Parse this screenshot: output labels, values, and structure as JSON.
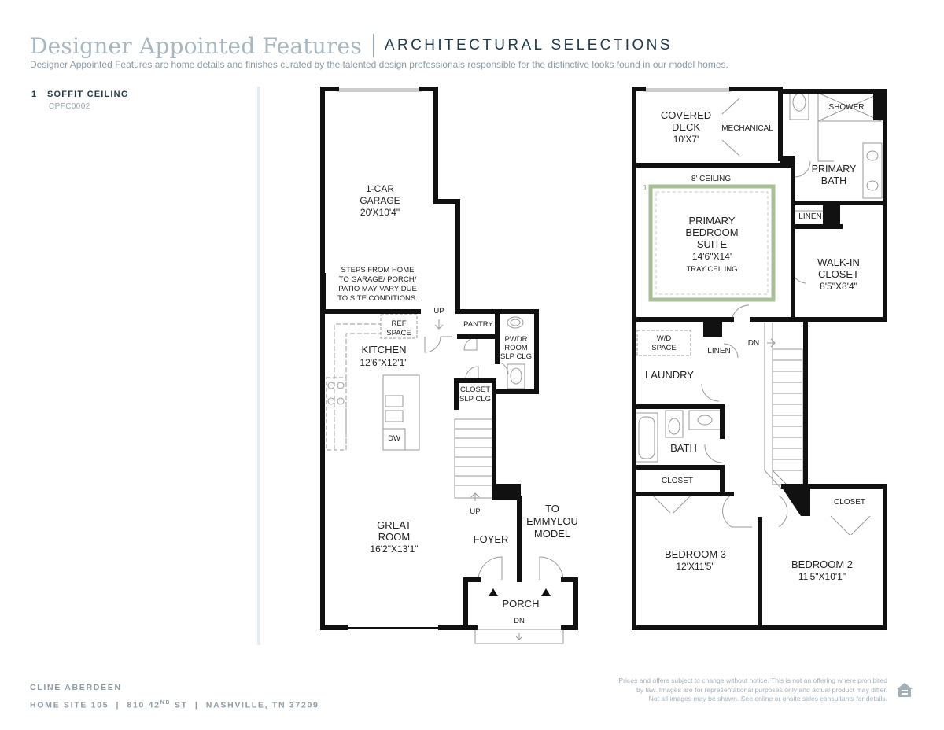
{
  "header": {
    "title": "Designer Appointed Features",
    "subtitle": "ARCHITECTURAL SELECTIONS",
    "description": "Designer Appointed Features are home details and finishes curated by the talented design professionals responsible for the distinctive looks found in our model homes."
  },
  "features": [
    {
      "number": "1",
      "name": "SOFFIT CEILING",
      "code": "CPFC0002"
    }
  ],
  "first_floor": {
    "garage": {
      "name_line1": "1-CAR",
      "name_line2": "GARAGE",
      "size": "20'X10'4\""
    },
    "steps_note": [
      "STEPS FROM HOME",
      "TO GARAGE/ PORCH/",
      "PATIO MAY VARY DUE",
      "TO SITE CONDITIONS."
    ],
    "up_garage": "UP",
    "ref_space": [
      "REF",
      "SPACE"
    ],
    "pantry": "PANTRY",
    "pwdr_room": [
      "PWDR",
      "ROOM",
      "SLP CLG"
    ],
    "kitchen": {
      "name": "KITCHEN",
      "size": "12'6\"X12'1\""
    },
    "closet_slp": [
      "CLOSET",
      "SLP CLG"
    ],
    "dw": "DW",
    "up_stair": "UP",
    "great_room": {
      "name_line1": "GREAT",
      "name_line2": "ROOM",
      "size": "16'2\"X13'1\""
    },
    "foyer": "FOYER",
    "to_model": [
      "TO",
      "EMMYLOU",
      "MODEL"
    ],
    "porch": "PORCH",
    "dn_porch": "DN"
  },
  "second_floor": {
    "covered_deck": {
      "name_line1": "COVERED",
      "name_line2": "DECK",
      "size": "10'X7'"
    },
    "mechanical": "MECHANICAL",
    "shower": "SHOWER",
    "primary_bath": [
      "PRIMARY",
      "BATH"
    ],
    "ceiling_8": "8' CEILING",
    "soffit_marker": "1",
    "primary_suite": {
      "line1": "PRIMARY",
      "line2": "BEDROOM",
      "line3": "SUITE",
      "size": "14'6\"X14'",
      "note": "TRAY CEILING"
    },
    "linen_upper": "LINEN",
    "walk_in": {
      "line1": "WALK-IN",
      "line2": "CLOSET",
      "size": "8'5\"X8'4\""
    },
    "wd_space": [
      "W/D",
      "SPACE"
    ],
    "linen_lower": "LINEN",
    "dn": "DN",
    "laundry": "LAUNDRY",
    "bath": "BATH",
    "closet_b3": "CLOSET",
    "closet_b2": "CLOSET",
    "bedroom3": {
      "name": "BEDROOM 3",
      "size": "12'X11'5\""
    },
    "bedroom2": {
      "name": "BEDROOM 2",
      "size": "11'5\"X10'1\""
    }
  },
  "footer": {
    "community": "CLINE ABERDEEN",
    "site": "HOME SITE 105",
    "address_num": "810 42",
    "address_sup": "ND",
    "address_rest": " ST",
    "city": "NASHVILLE, TN 37209",
    "disclaimer": [
      "Prices and offers subject to change without notice. This is not an offering where prohibited",
      "by law. Images are for representational purposes only and actual product may differ.",
      "Not all images may be shown. See online or onsite sales consultants for details."
    ]
  },
  "colors": {
    "wall": "#111111",
    "soffit": "#a9bf96",
    "title": "#a7b8c2",
    "navy": "#1f3a4d"
  },
  "icons": {
    "equal_housing": "equal-housing-icon"
  }
}
